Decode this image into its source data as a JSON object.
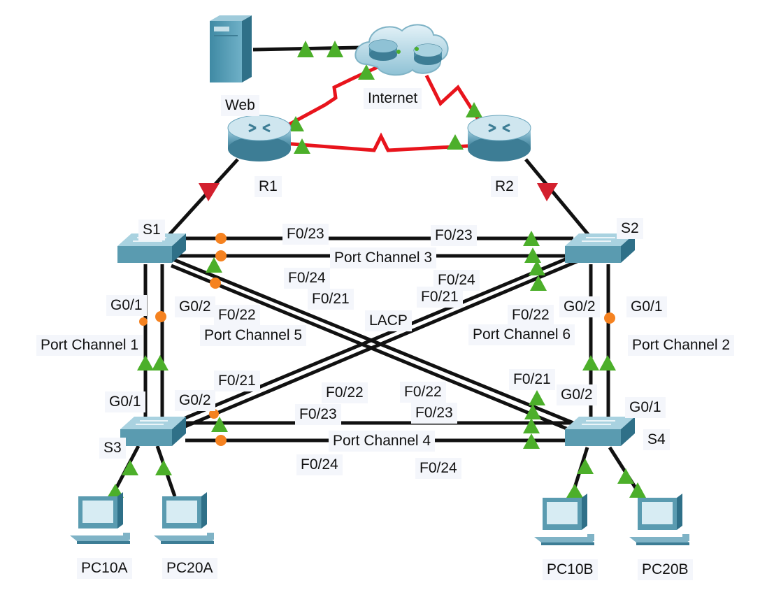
{
  "devices": {
    "web": "Web",
    "internet": "Internet",
    "r1": "R1",
    "r2": "R2",
    "s1": "S1",
    "s2": "S2",
    "s3": "S3",
    "s4": "S4",
    "pc10a": "PC10A",
    "pc20a": "PC20A",
    "pc10b": "PC10B",
    "pc20b": "PC20B"
  },
  "labels": {
    "f023_s1s2_a": "F0/23",
    "f023_s1s2_b": "F0/23",
    "pc3": "Port Channel 3",
    "f024_s1": "F0/24",
    "f024_s2": "F0/24",
    "f021_s1": "F0/21",
    "f021_s2": "F0/21",
    "f022_s1": "F0/22",
    "f022_s2": "F0/22",
    "g01_s1": "G0/1",
    "g02_s1": "G0/2",
    "g02_s2": "G0/2",
    "g01_s2": "G0/1",
    "lacp": "LACP",
    "pc1": "Port Channel 1",
    "pc5": "Port Channel 5",
    "pc6": "Port Channel 6",
    "pc2": "Port Channel 2",
    "g01_s3": "G0/1",
    "g02_s3": "G0/2",
    "f021_s3": "F0/21",
    "f022_s3": "F0/22",
    "f022_s4": "F0/22",
    "f021_s4": "F0/21",
    "g02_s4": "G0/2",
    "g01_s4": "G0/1",
    "f023_s3": "F0/23",
    "f023_s4": "F0/23",
    "pc4": "Port Channel 4",
    "f024_s3": "F0/24",
    "f024_s4": "F0/24"
  },
  "colors": {
    "link": "#111111",
    "serial": "#e8141c",
    "link_up": "#4caf2a",
    "link_down": "#d3202e",
    "stp_blocking": "#f58220",
    "device_teal": "#5a9bb0"
  }
}
